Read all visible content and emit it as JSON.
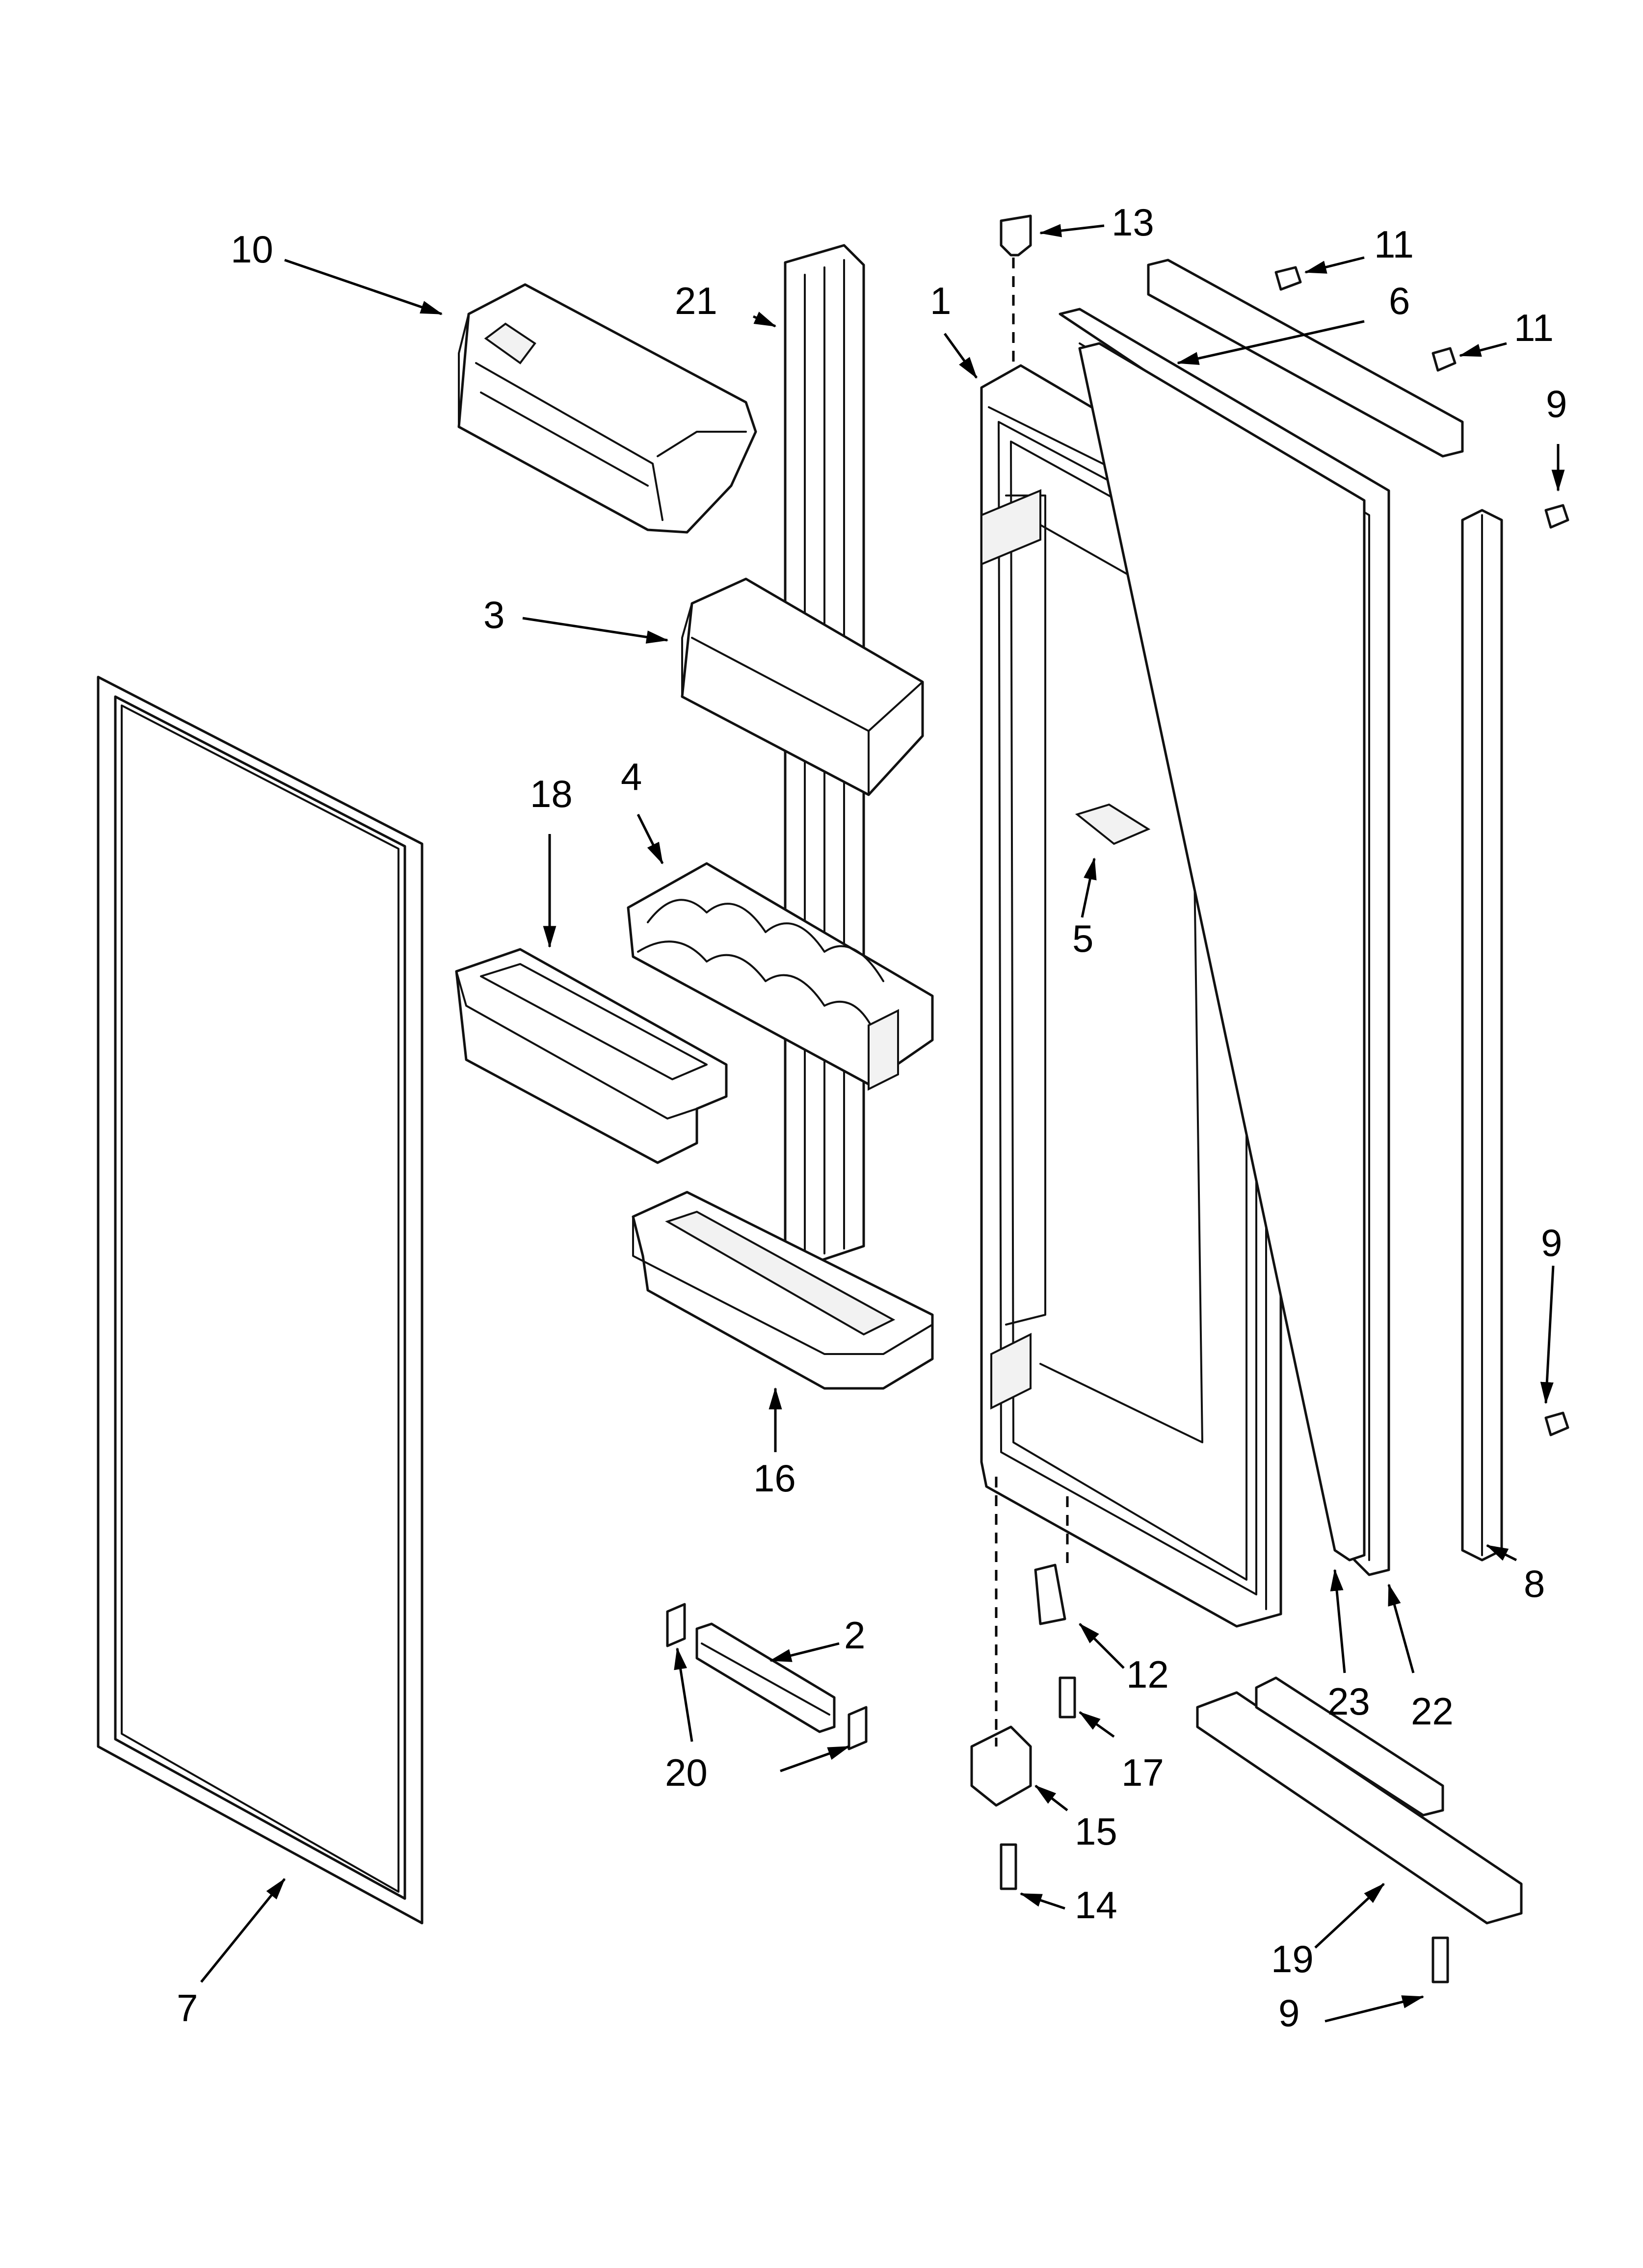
{
  "diagram": {
    "callouts": [
      {
        "id": "c1",
        "label": "1"
      },
      {
        "id": "c2",
        "label": "2"
      },
      {
        "id": "c3",
        "label": "3"
      },
      {
        "id": "c4",
        "label": "4"
      },
      {
        "id": "c5",
        "label": "5"
      },
      {
        "id": "c6",
        "label": "6"
      },
      {
        "id": "c7",
        "label": "7"
      },
      {
        "id": "c8",
        "label": "8"
      },
      {
        "id": "c9a",
        "label": "9"
      },
      {
        "id": "c9b",
        "label": "9"
      },
      {
        "id": "c9c",
        "label": "9"
      },
      {
        "id": "c10",
        "label": "10"
      },
      {
        "id": "c11a",
        "label": "11"
      },
      {
        "id": "c11b",
        "label": "11"
      },
      {
        "id": "c12",
        "label": "12"
      },
      {
        "id": "c13",
        "label": "13"
      },
      {
        "id": "c14",
        "label": "14"
      },
      {
        "id": "c15",
        "label": "15"
      },
      {
        "id": "c16",
        "label": "16"
      },
      {
        "id": "c17",
        "label": "17"
      },
      {
        "id": "c18",
        "label": "18"
      },
      {
        "id": "c19",
        "label": "19"
      },
      {
        "id": "c20",
        "label": "20"
      },
      {
        "id": "c21",
        "label": "21"
      },
      {
        "id": "c22",
        "label": "22"
      },
      {
        "id": "c23",
        "label": "23"
      }
    ]
  },
  "colors": {
    "line": "#111111",
    "background": "#ffffff"
  }
}
